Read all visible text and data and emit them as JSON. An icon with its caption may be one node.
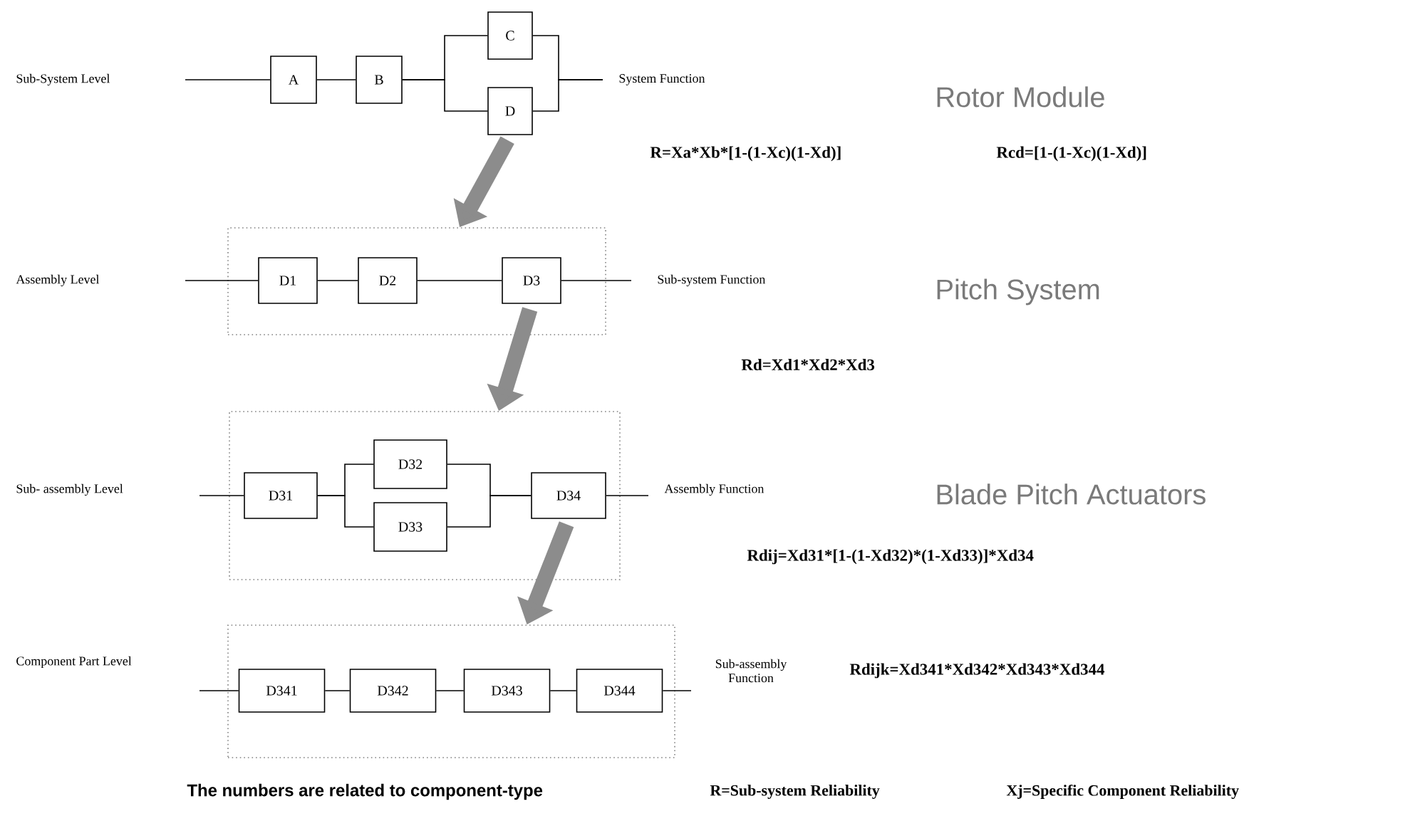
{
  "diagram": {
    "nodes": [
      {
        "text": [
          "A"
        ]
      },
      {
        "text": [
          "B"
        ]
      },
      {
        "text": [
          "C"
        ]
      },
      {
        "text": [
          "D"
        ]
      },
      {
        "text": [],
        "shape": "box"
      },
      {
        "text": [
          "D1"
        ],
        "in": 4
      },
      {
        "text": [
          "D2"
        ],
        "in": 4
      },
      {
        "text": [
          "D3"
        ],
        "in": 4
      },
      {
        "text": [],
        "shape": "box"
      },
      {
        "text": [
          "D31"
        ],
        "in": 8
      },
      {
        "text": [
          "D32"
        ],
        "in": 8
      },
      {
        "text": [
          "D33"
        ],
        "in": 8
      },
      {
        "text": [
          "D34"
        ],
        "in": 8
      },
      {
        "text": [],
        "shape": "box"
      },
      {
        "text": [
          "D341"
        ],
        "in": 13
      },
      {
        "text": [
          "D342"
        ],
        "in": 13
      },
      {
        "text": [
          "D343"
        ],
        "in": 13
      },
      {
        "text": [
          "D344"
        ],
        "in": 13
      }
    ],
    "edges": [
      {
        "from": null,
        "to": 0,
        "arrow": "none"
      },
      {
        "from": 0,
        "to": 1,
        "arrow": "none"
      },
      {
        "from": 1,
        "to": 2,
        "arrow": "none"
      },
      {
        "from": 1,
        "to": 3,
        "arrow": "none"
      },
      {
        "from": 2,
        "to": null,
        "arrow": "none"
      },
      {
        "from": 3,
        "to": null,
        "arrow": "none"
      },
      {
        "from": 3,
        "to": 4,
        "arrow": "to",
        "style": "thick",
        "color": "#8c8c8c"
      },
      {
        "from": null,
        "to": 5,
        "arrow": "none"
      },
      {
        "from": 5,
        "to": 6,
        "arrow": "none"
      },
      {
        "from": 6,
        "to": 7,
        "arrow": "none"
      },
      {
        "from": 7,
        "to": null,
        "arrow": "none"
      },
      {
        "from": 7,
        "to": 8,
        "arrow": "to",
        "style": "thick",
        "color": "#8c8c8c"
      },
      {
        "from": null,
        "to": 9,
        "arrow": "none"
      },
      {
        "from": 9,
        "to": 10,
        "arrow": "none"
      },
      {
        "from": 9,
        "to": 11,
        "arrow": "none"
      },
      {
        "from": 10,
        "to": 12,
        "arrow": "none"
      },
      {
        "from": 11,
        "to": 12,
        "arrow": "none"
      },
      {
        "from": 12,
        "to": null,
        "arrow": "none"
      },
      {
        "from": 12,
        "to": 13,
        "arrow": "to",
        "style": "thick",
        "color": "#8c8c8c"
      },
      {
        "from": null,
        "to": 14,
        "arrow": "none"
      },
      {
        "from": 14,
        "to": 15,
        "arrow": "none"
      },
      {
        "from": 15,
        "to": 16,
        "arrow": "none"
      },
      {
        "from": 16,
        "to": 17,
        "arrow": "none"
      },
      {
        "from": 17,
        "to": null,
        "arrow": "none"
      }
    ],
    "labels": [
      "Sub-System Level",
      "System Function",
      "Rotor Module",
      "R=Xa*Xb*[1-(1-Xc)(1-Xd)]",
      "Rcd=[1-(1-Xc)(1-Xd)]",
      "Assembly Level",
      "Sub-system Function",
      "Pitch System",
      "Rd=Xd1*Xd2*Xd3",
      "Sub- assembly Level",
      "Assembly Function",
      "Blade Pitch Actuators",
      "Rdij=Xd31*[1-(1-Xd32)*(1-Xd33)]*Xd34",
      "Component Part Level",
      "Sub-assembly Function",
      "Rdijk=Xd341*Xd342*Xd343*Xd344",
      "The numbers are related to component-type",
      "R=Sub-system Reliability",
      "Xj=Specific Component Reliability"
    ]
  }
}
